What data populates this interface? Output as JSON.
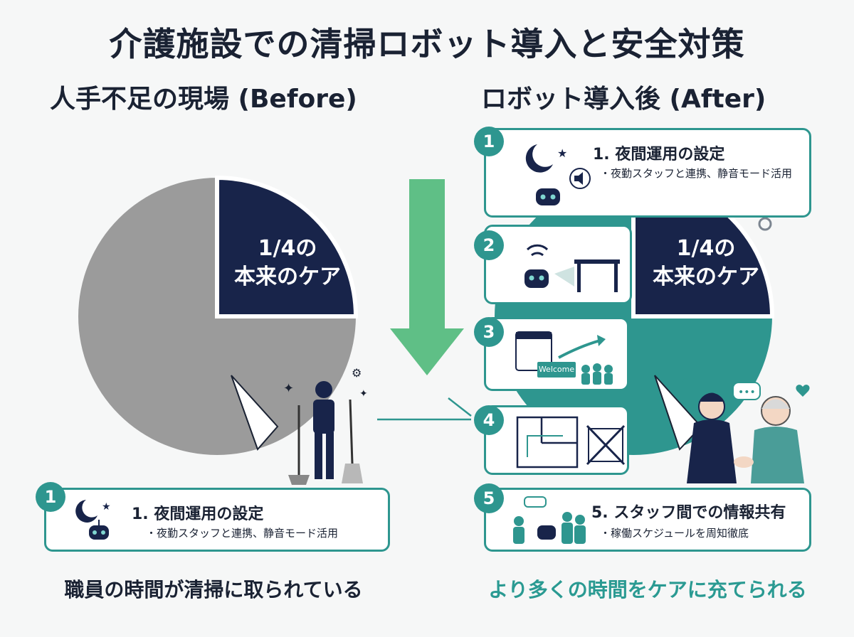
{
  "title": "介護施設での清掃ロボット導入と安全対策",
  "before": {
    "heading": "人手不足の現場 (Before)",
    "pie_label_line1": "1/4の",
    "pie_label_line2": "本来のケア",
    "caption": "職員の時間が清掃に取られている",
    "card": {
      "number": "1",
      "title": "1. 夜間運用の設定",
      "subtitle": "・夜勤スタッフと連携、静音モード活用"
    }
  },
  "after": {
    "heading": "ロボット導入後 (After)",
    "pie_label_line1": "1/4の",
    "pie_label_line2": "本来のケア",
    "caption": "より多くの時間をケアに充てられる",
    "steps": [
      {
        "number": "1",
        "title": "1. 夜間運用の設定",
        "subtitle": "・夜勤スタッフと連携、静音モード活用"
      },
      {
        "number": "2"
      },
      {
        "number": "3",
        "welcome": "Welcome"
      },
      {
        "number": "4"
      },
      {
        "number": "5",
        "title": "5. スタッフ間での情報共有",
        "subtitle": "・稼働スケジュールを周知徹底"
      }
    ]
  },
  "colors": {
    "navy": "#18244a",
    "teal": "#2e968f",
    "gray": "#9b9b9b",
    "arrow_green": "#5fbf86"
  },
  "icons": [
    "moon-icon",
    "star-icon",
    "robot-icon",
    "mute-icon",
    "wifi-icon",
    "table-icon",
    "calendar-icon",
    "team-icon",
    "floorplan-icon",
    "bed-crossed-icon",
    "chat-icon",
    "gear-icon",
    "heart-icon",
    "sparkle-icon"
  ]
}
